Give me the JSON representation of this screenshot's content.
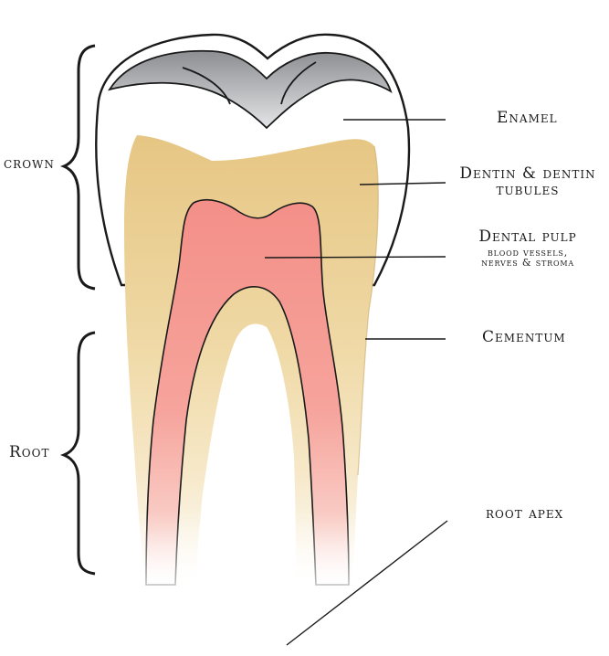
{
  "labels": {
    "crown": "crown",
    "root": "Root",
    "enamel": "Enamel",
    "dentin_line1": "Dentin & dentin",
    "dentin_line2": "tubules",
    "pulp_title": "Dental pulp",
    "pulp_sub1": "blood vessels,",
    "pulp_sub2": "nerves & stroma",
    "cementum": "Cementum",
    "root_apex": "root apex"
  },
  "colors": {
    "dentin": "#e9cd8c",
    "pulp": "#f4908a",
    "enamel_shadow": "#a7a9ad",
    "outline": "#1a1a1a"
  }
}
